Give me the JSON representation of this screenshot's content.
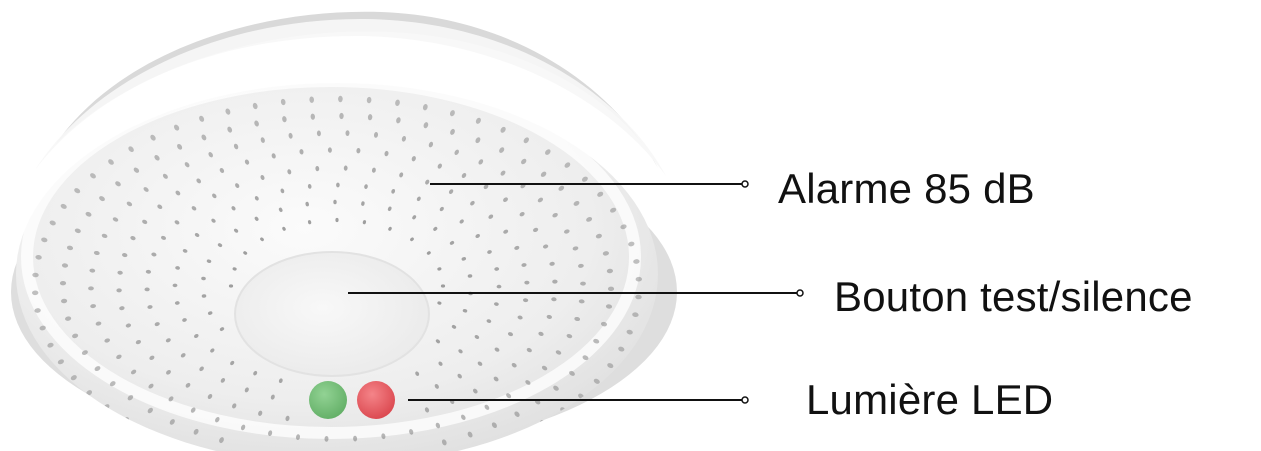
{
  "product": {
    "name_icon": "smoke-detector-device",
    "body_color": "#f3f3f3",
    "shadow_color": "#d8d8d8",
    "perforation_color": "#7c7c7c",
    "led_colors": {
      "green": "#66b96a",
      "red": "#df3f45"
    }
  },
  "callouts": [
    {
      "label": "Alarme 85 dB"
    },
    {
      "label": "Bouton test/silence"
    },
    {
      "label": "Lumière LED"
    }
  ],
  "colors": {
    "background": "#ffffff",
    "leader_line": "#111111",
    "text": "#111111"
  }
}
